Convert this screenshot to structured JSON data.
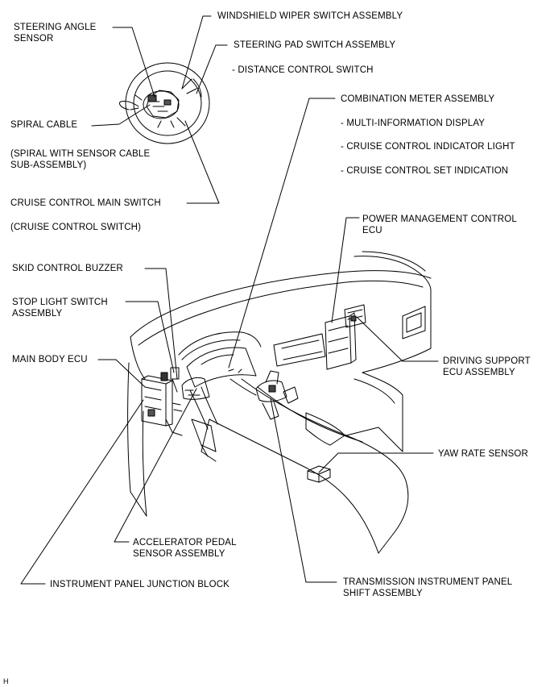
{
  "labels": {
    "steering_angle_sensor_1": "STEERING ANGLE",
    "steering_angle_sensor_2": "SENSOR",
    "windshield_wiper": "WINDSHIELD WIPER SWITCH ASSEMBLY",
    "steering_pad": "STEERING PAD SWITCH ASSEMBLY",
    "distance_control": "- DISTANCE CONTROL SWITCH",
    "spiral_cable": "SPIRAL CABLE",
    "spiral_sub_1": "(SPIRAL WITH SENSOR CABLE",
    "spiral_sub_2": "SUB-ASSEMBLY)",
    "combination_meter": "COMBINATION METER ASSEMBLY",
    "multi_info": "- MULTI-INFORMATION DISPLAY",
    "cruise_indicator": "- CRUISE CONTROL INDICATOR LIGHT",
    "cruise_set": "- CRUISE CONTROL SET INDICATION",
    "cruise_main": "CRUISE CONTROL MAIN SWITCH",
    "cruise_switch": "(CRUISE CONTROL SWITCH)",
    "power_mgmt_1": "POWER MANAGEMENT CONTROL",
    "power_mgmt_2": "ECU",
    "skid_buzzer": "SKID CONTROL BUZZER",
    "stop_light_1": "STOP LIGHT SWITCH",
    "stop_light_2": "ASSEMBLY",
    "main_body_ecu": "MAIN BODY ECU",
    "driving_support_1": "DRIVING SUPPORT",
    "driving_support_2": "ECU ASSEMBLY",
    "yaw_rate": "YAW RATE SENSOR",
    "accel_pedal_1": "ACCELERATOR PEDAL",
    "accel_pedal_2": "SENSOR ASSEMBLY",
    "ip_junction": "INSTRUMENT PANEL JUNCTION BLOCK",
    "trans_shift_1": "TRANSMISSION INSTRUMENT PANEL",
    "trans_shift_2": "SHIFT ASSEMBLY",
    "corner_mark": "H"
  }
}
